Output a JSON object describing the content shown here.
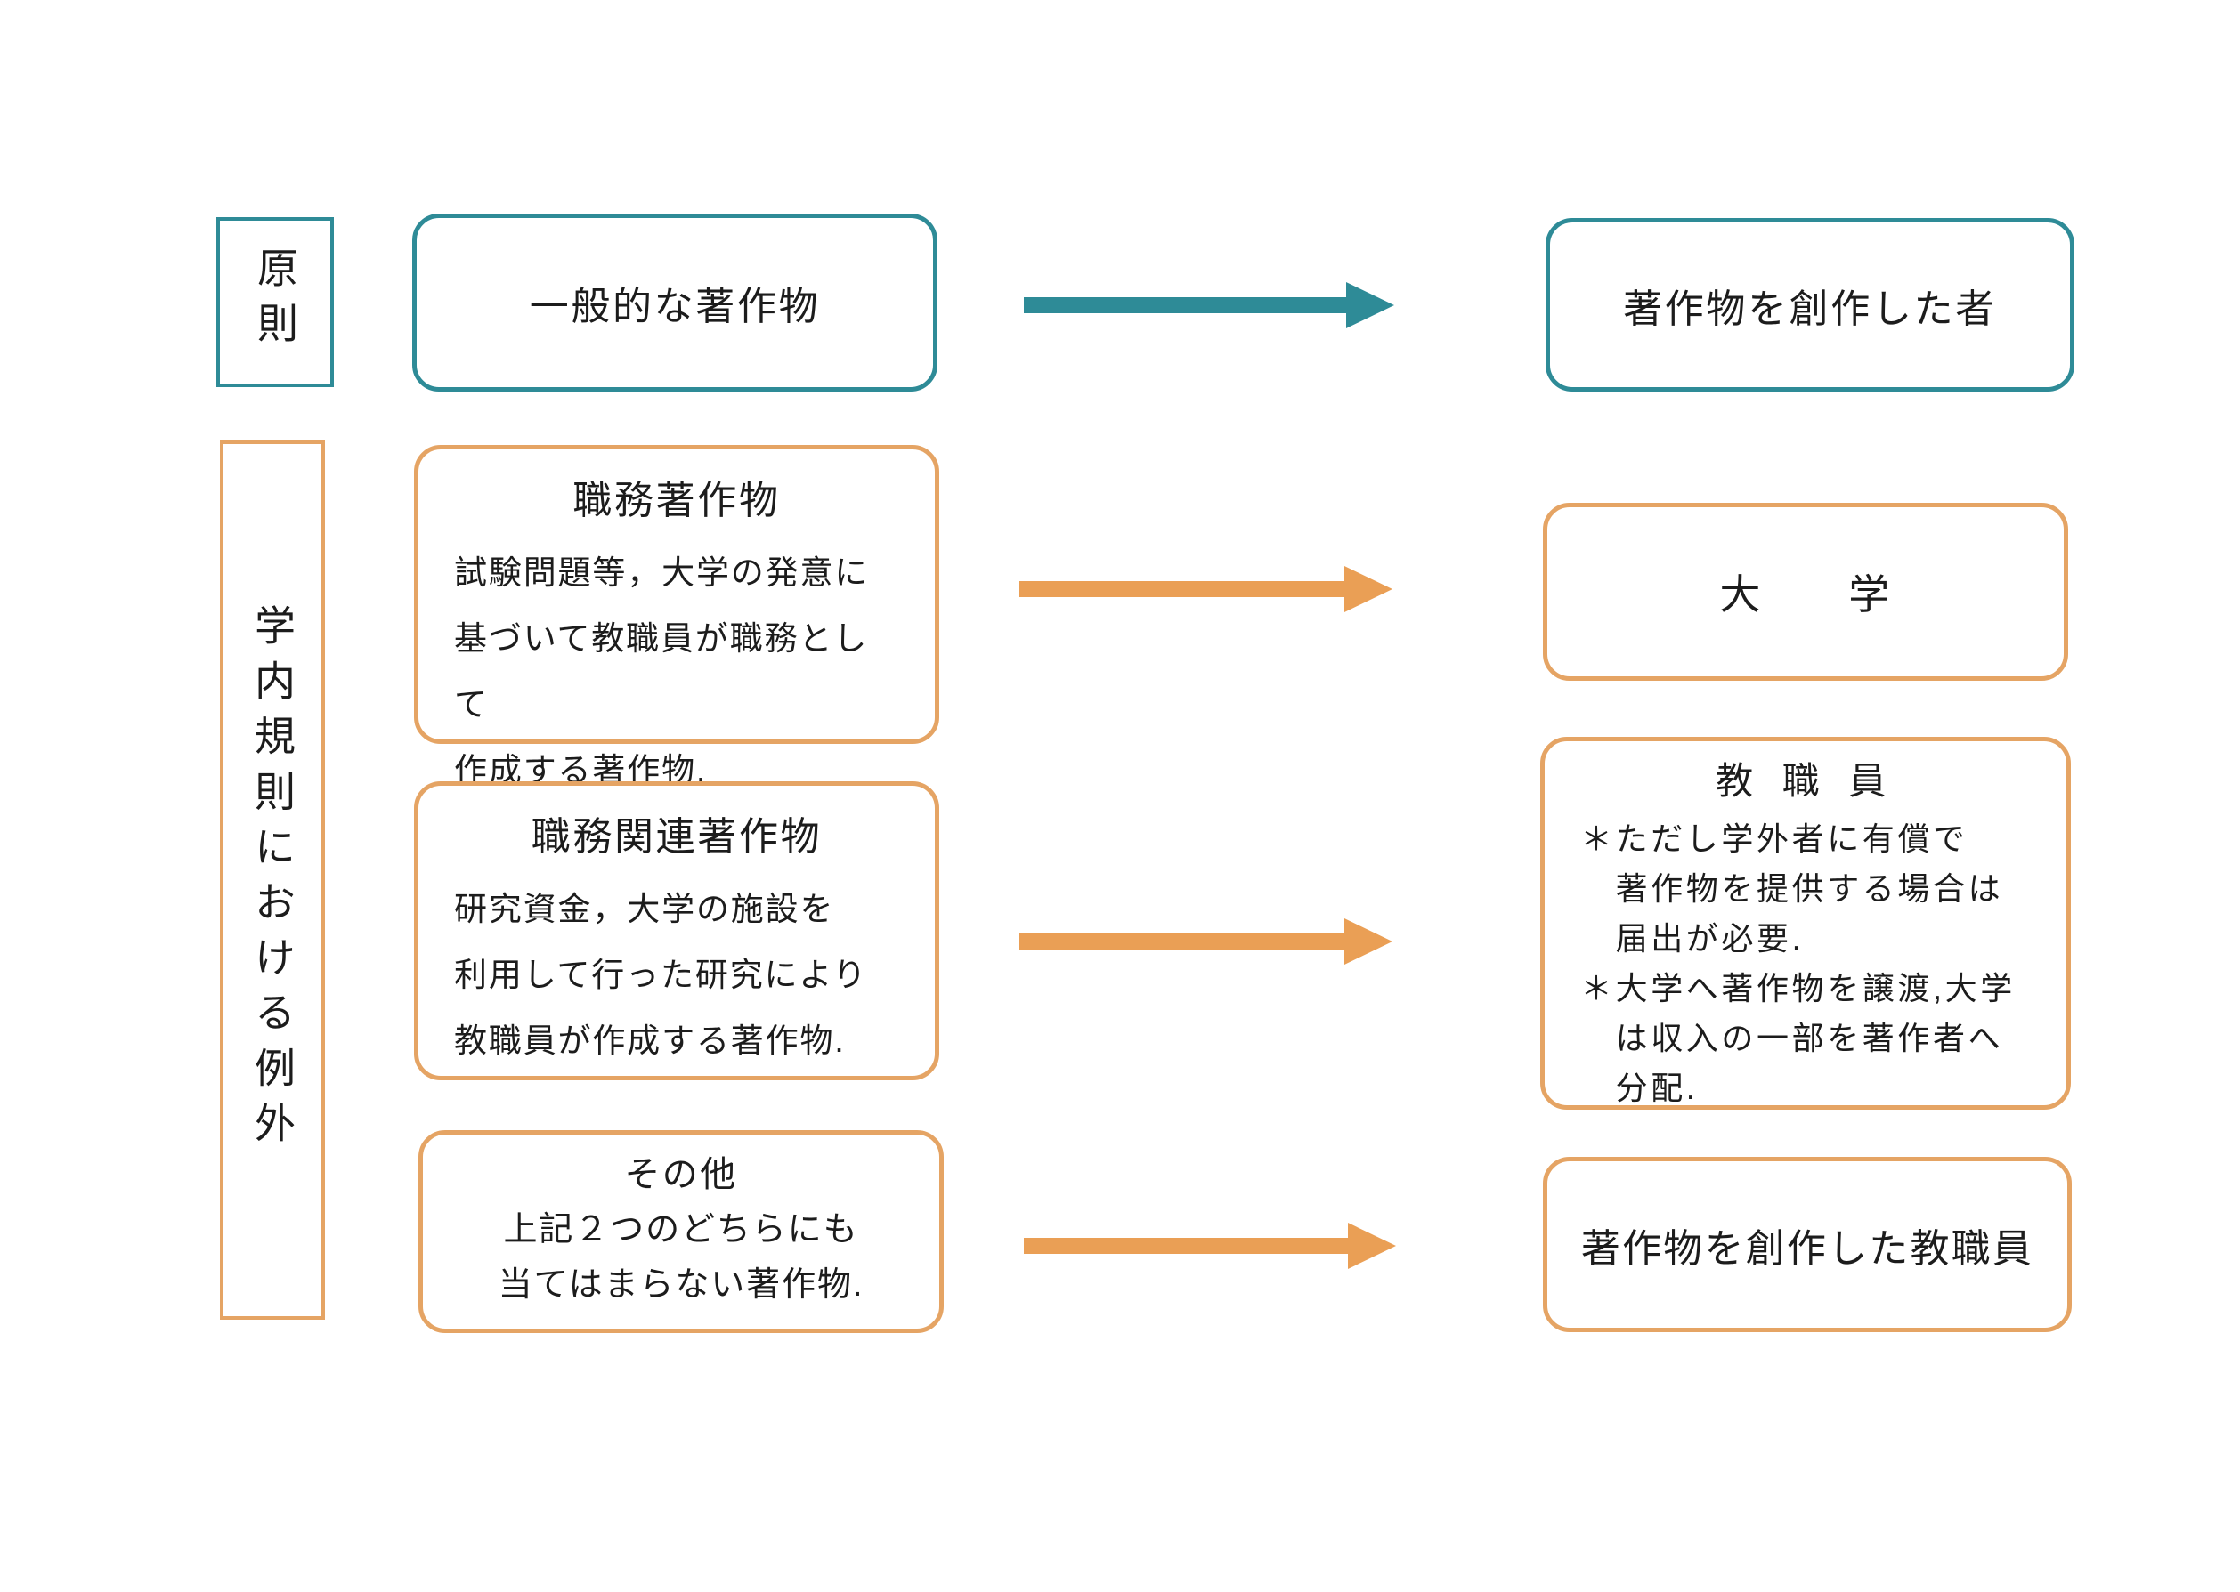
{
  "colors": {
    "teal": "#2E8B97",
    "orange": "#E5A464",
    "arrow-orange": "#EA9F55",
    "ink": "#1C1C1C",
    "background": "#FFFFFF"
  },
  "diagram": {
    "principle_row": {
      "category_label": "原則",
      "work_box": "一般的な著作物",
      "owner_box": "著作物を創作した者"
    },
    "exception_section": {
      "category_label": "学内規則における例外",
      "rows": [
        {
          "work_title": "職務著作物",
          "work_body": "試験問題等，大学の発意に\n基づいて教職員が職務として\n作成する著作物.",
          "owner_title": "大　　学"
        },
        {
          "work_title": "職務関連著作物",
          "work_body": "研究資金，大学の施設を\n利用して行った研究により\n教職員が作成する著作物.",
          "owner_title": "教 職 員",
          "owner_note_1": "＊ただし学外者に有償で\n著作物を提供する場合は\n届出が必要.",
          "owner_note_2": "＊大学へ著作物を譲渡,大学\nは収入の一部を著作者へ\n分配."
        },
        {
          "work_title": "その他",
          "work_body": "上記２つのどちらにも\n当てはまらない著作物.",
          "owner_title": "著作物を創作した教職員"
        }
      ]
    }
  }
}
